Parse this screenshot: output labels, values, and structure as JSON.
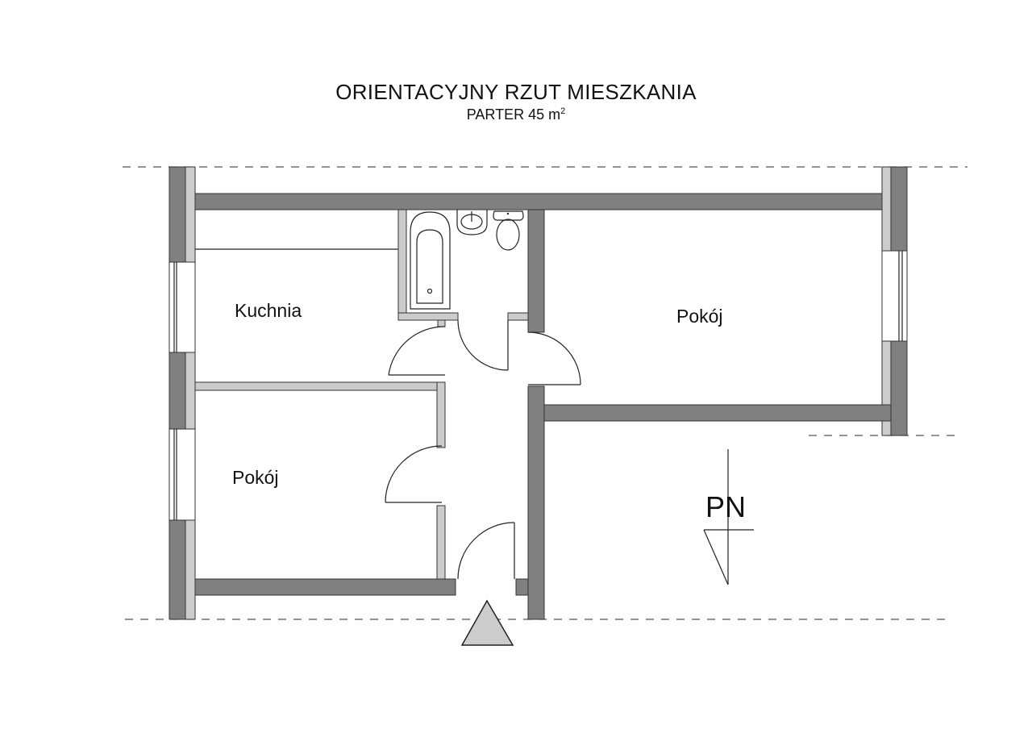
{
  "header": {
    "title": "ORIENTACYJNY RZUT MIESZKANIA",
    "subtitle": "PARTER 45 m",
    "subtitle_sup": "2"
  },
  "rooms": {
    "kitchen": "Kuchnia",
    "room_right": "Pokój",
    "room_left": "Pokój"
  },
  "annotations": {
    "level_marker": "PN"
  },
  "colors": {
    "structural_wall": "#808080",
    "partition_wall": "#cccccc",
    "entrance_marker": "#cccccc"
  }
}
